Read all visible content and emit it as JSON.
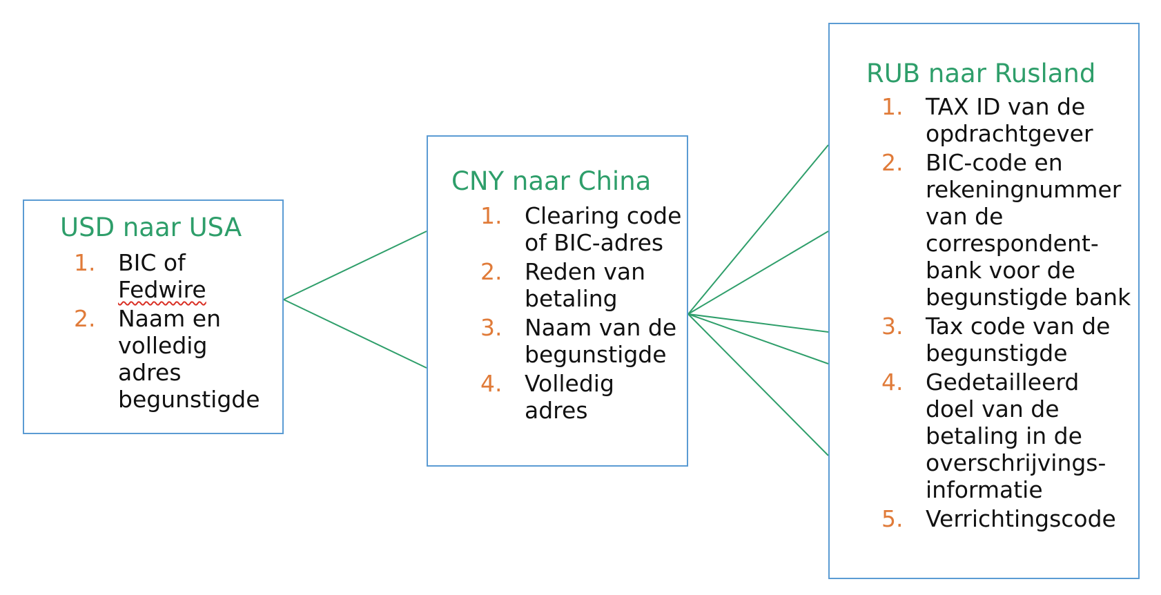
{
  "colors": {
    "box_border": "#5a9bd3",
    "title": "#2e9e6a",
    "number": "#e07b39",
    "connector": "#2e9e6a",
    "text": "#111111",
    "spellcheck": "#d93025"
  },
  "boxes": [
    {
      "id": "usd",
      "title": "USD naar USA",
      "items": [
        {
          "num": "1.",
          "lines": [
            "BIC of",
            "Fedwire"
          ]
        },
        {
          "num": "2.",
          "lines": [
            "Naam en",
            "volledig",
            "adres",
            "begunstigde"
          ]
        }
      ]
    },
    {
      "id": "cny",
      "title": "CNY naar China",
      "items": [
        {
          "num": "1.",
          "lines": [
            "Clearing code",
            "of BIC-adres"
          ]
        },
        {
          "num": "2.",
          "lines": [
            "Reden van",
            "betaling"
          ]
        },
        {
          "num": "3.",
          "lines": [
            "Naam van de",
            "begunstigde"
          ]
        },
        {
          "num": "4.",
          "lines": [
            "Volledig",
            "adres"
          ]
        }
      ]
    },
    {
      "id": "rub",
      "title": "RUB naar Rusland",
      "items": [
        {
          "num": "1.",
          "lines": [
            "TAX ID van de",
            "opdrachtgever"
          ]
        },
        {
          "num": "2.",
          "lines": [
            "BIC-code en",
            "rekeningnummer",
            "van de",
            "correspondent-",
            "bank voor de",
            "begunstigde bank"
          ]
        },
        {
          "num": "3.",
          "lines": [
            "Tax code van de",
            "begunstigde"
          ]
        },
        {
          "num": "4.",
          "lines": [
            "Gedetailleerd",
            "doel van de",
            "betaling in de",
            "overschrijvings-",
            "informatie"
          ]
        },
        {
          "num": "5.",
          "lines": [
            "Verrichtingscode"
          ]
        }
      ]
    }
  ]
}
